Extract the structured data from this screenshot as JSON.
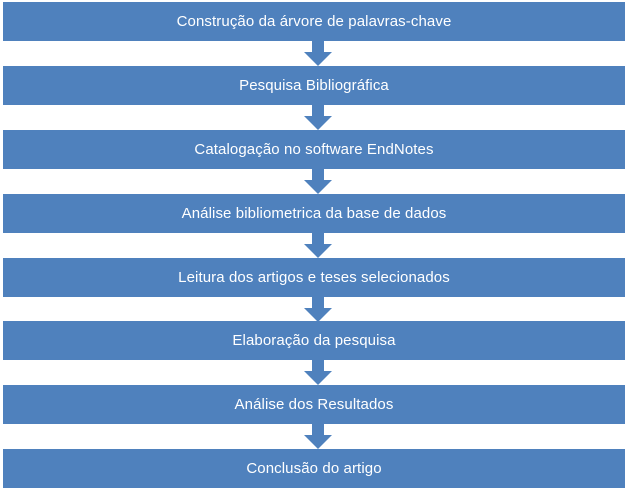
{
  "diagram": {
    "steps": [
      {
        "label": "Construção da árvore de palavras-chave"
      },
      {
        "label": "Pesquisa Bibliográfica"
      },
      {
        "label": "Catalogação no software EndNotes"
      },
      {
        "label": "Análise bibliometrica da base de dados"
      },
      {
        "label": "Leitura dos artigos e teses selecionados"
      },
      {
        "label": "Elaboração da pesquisa"
      },
      {
        "label": "Análise dos Resultados"
      },
      {
        "label": "Conclusão do artigo"
      }
    ],
    "colors": {
      "box": "#4f81bd",
      "text": "#ffffff",
      "arrow": "#4f81bd"
    }
  }
}
